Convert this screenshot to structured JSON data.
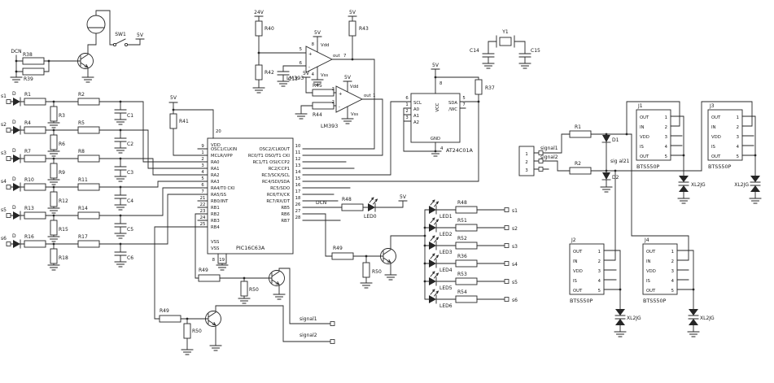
{
  "buz": {
    "net": "DCN",
    "r38": "R38",
    "r39": "R39",
    "sw": "SW1",
    "pwr": "5V"
  },
  "rows": [
    {
      "in": "s1",
      "d": "D",
      "ra": "R1",
      "rb": "R2",
      "rs": "R3",
      "c": "C1"
    },
    {
      "in": "s2",
      "d": "D",
      "ra": "R4",
      "rb": "R5",
      "rs": "R6",
      "c": "C2"
    },
    {
      "in": "s3",
      "d": "D",
      "ra": "R7",
      "rb": "R8",
      "rs": "R9",
      "c": "C3"
    },
    {
      "in": "s4",
      "d": "D",
      "ra": "R10",
      "rb": "R11",
      "rs": "R12",
      "c": "C4"
    },
    {
      "in": "s5",
      "d": "D",
      "ra": "R13",
      "rb": "R14",
      "rs": "R15",
      "c": "C5"
    },
    {
      "in": "s6",
      "d": "D",
      "ra": "R16",
      "rb": "R17",
      "rs": "R18",
      "c": "C6"
    }
  ],
  "mcu": {
    "part": "PIC16C63A",
    "vdd": "VDD",
    "pin_vdd": "20",
    "vss1": "VSS",
    "vss2": "VSS",
    "pin_vss1": "8",
    "pin_vss2": "19",
    "pu_pwr": "5V",
    "pu_ref": "R41",
    "left": [
      {
        "n": "9",
        "l": "OSC1/CLKIN"
      },
      {
        "n": "1",
        "l": "MCLR/VPP"
      },
      {
        "n": "2",
        "l": "RA0"
      },
      {
        "n": "3",
        "l": "RA1"
      },
      {
        "n": "4",
        "l": "RA2"
      },
      {
        "n": "5",
        "l": "RA3"
      },
      {
        "n": "6",
        "l": "RA4/T0 CKI"
      },
      {
        "n": "7",
        "l": "RA5/SS"
      },
      {
        "n": "21",
        "l": "RB0/INT"
      },
      {
        "n": "22",
        "l": "RB1"
      },
      {
        "n": "23",
        "l": "RB2"
      },
      {
        "n": "24",
        "l": "RB3"
      },
      {
        "n": "25",
        "l": "RB4"
      }
    ],
    "right": [
      {
        "n": "10",
        "l": "OSC2/CLKOUT"
      },
      {
        "n": "11",
        "l": "RC0/T1 OSO/T1 CKI"
      },
      {
        "n": "12",
        "l": "RC1/T1 OSI/CCP2"
      },
      {
        "n": "13",
        "l": "RC2/CCP1"
      },
      {
        "n": "14",
        "l": "RC3/SCK/SCL"
      },
      {
        "n": "15",
        "l": "RC4/SDI/SDA"
      },
      {
        "n": "16",
        "l": "RC5/SDO"
      },
      {
        "n": "17",
        "l": "RC6/TX/CK"
      },
      {
        "n": "18",
        "l": "RC7/RX/DT"
      },
      {
        "n": "26",
        "l": "RB5"
      },
      {
        "n": "27",
        "l": "RB6"
      },
      {
        "n": "28",
        "l": "RB7"
      }
    ]
  },
  "comp": {
    "v24": "24V",
    "r40": "R40",
    "r42": "R42",
    "c13": "C13",
    "r43": "R43",
    "r44": "R44",
    "r45": "R45",
    "pwr": "5V",
    "u1": {
      "part": "LM393",
      "inp": "5",
      "inn": "6",
      "out_n": "7",
      "out": "out",
      "vdd": "Vdd",
      "vss": "Vss",
      "vdd_n": "8",
      "vss_n": "4",
      "plus": "+",
      "minus": "-"
    },
    "u2": {
      "part": "LM393",
      "inp": "3",
      "inn": "2",
      "out_n": "1",
      "out": "out",
      "vdd": "Vdd",
      "vss": "Vss",
      "plus": "+",
      "minus": "-"
    }
  },
  "eep": {
    "part": "AT24C01A",
    "pwr": "5V",
    "r37": "R37",
    "vcc": "VCC",
    "gnd": "GND",
    "scl": "SCL",
    "a0": "A0",
    "a1": "A1",
    "a2": "A2",
    "sda": "SDA",
    "wc": "/WC",
    "n_scl": "6",
    "n_a0": "1",
    "n_a1": "2",
    "n_a2": "3",
    "n_sda": "5",
    "n_wc": "7",
    "n_vcc": "8",
    "n_gnd": "4"
  },
  "xtal": {
    "y1": "Y1",
    "c14": "C14",
    "c15": "C15"
  },
  "led0": {
    "net": "DCN",
    "r": "R48",
    "led": "LED0",
    "pwr": "5V"
  },
  "leds": [
    {
      "led": "LED1",
      "r": "R48",
      "s": "s1"
    },
    {
      "led": "LED2",
      "r": "R51",
      "s": "s2"
    },
    {
      "led": "LED3",
      "r": "R52",
      "s": "s3"
    },
    {
      "led": "LED4",
      "r": "R36",
      "s": "s4"
    },
    {
      "led": "LED5",
      "r": "R53",
      "s": "s5"
    },
    {
      "led": "LED6",
      "r": "R54",
      "s": "s6"
    }
  ],
  "drv": {
    "a_r49": "R49",
    "a_r50": "R50",
    "b_r49": "R49",
    "b_r50": "R50",
    "c_r49": "R49",
    "c_r50": "R50",
    "sig1": "signal1",
    "sig2": "signal2"
  },
  "right": {
    "conn": [
      "1",
      "2",
      "3"
    ],
    "sig1": "signal1",
    "sig2": "signal2",
    "r1": "R1",
    "r2": "R2",
    "d1": "D1",
    "d2": "D2",
    "net": "sig al21",
    "pn": [
      "OUT",
      "IN",
      "VDD",
      "IS",
      "OUT"
    ],
    "nums": [
      "1",
      "2",
      "3",
      "4",
      "5"
    ],
    "mods": [
      {
        "ref": "J1",
        "part": "BTS550P"
      },
      {
        "ref": "J3",
        "part": "BTS550P"
      },
      {
        "ref": "J2",
        "part": "BTS550P"
      },
      {
        "ref": "J4",
        "part": "BTS550P"
      }
    ],
    "tvs": "XL2JG"
  }
}
